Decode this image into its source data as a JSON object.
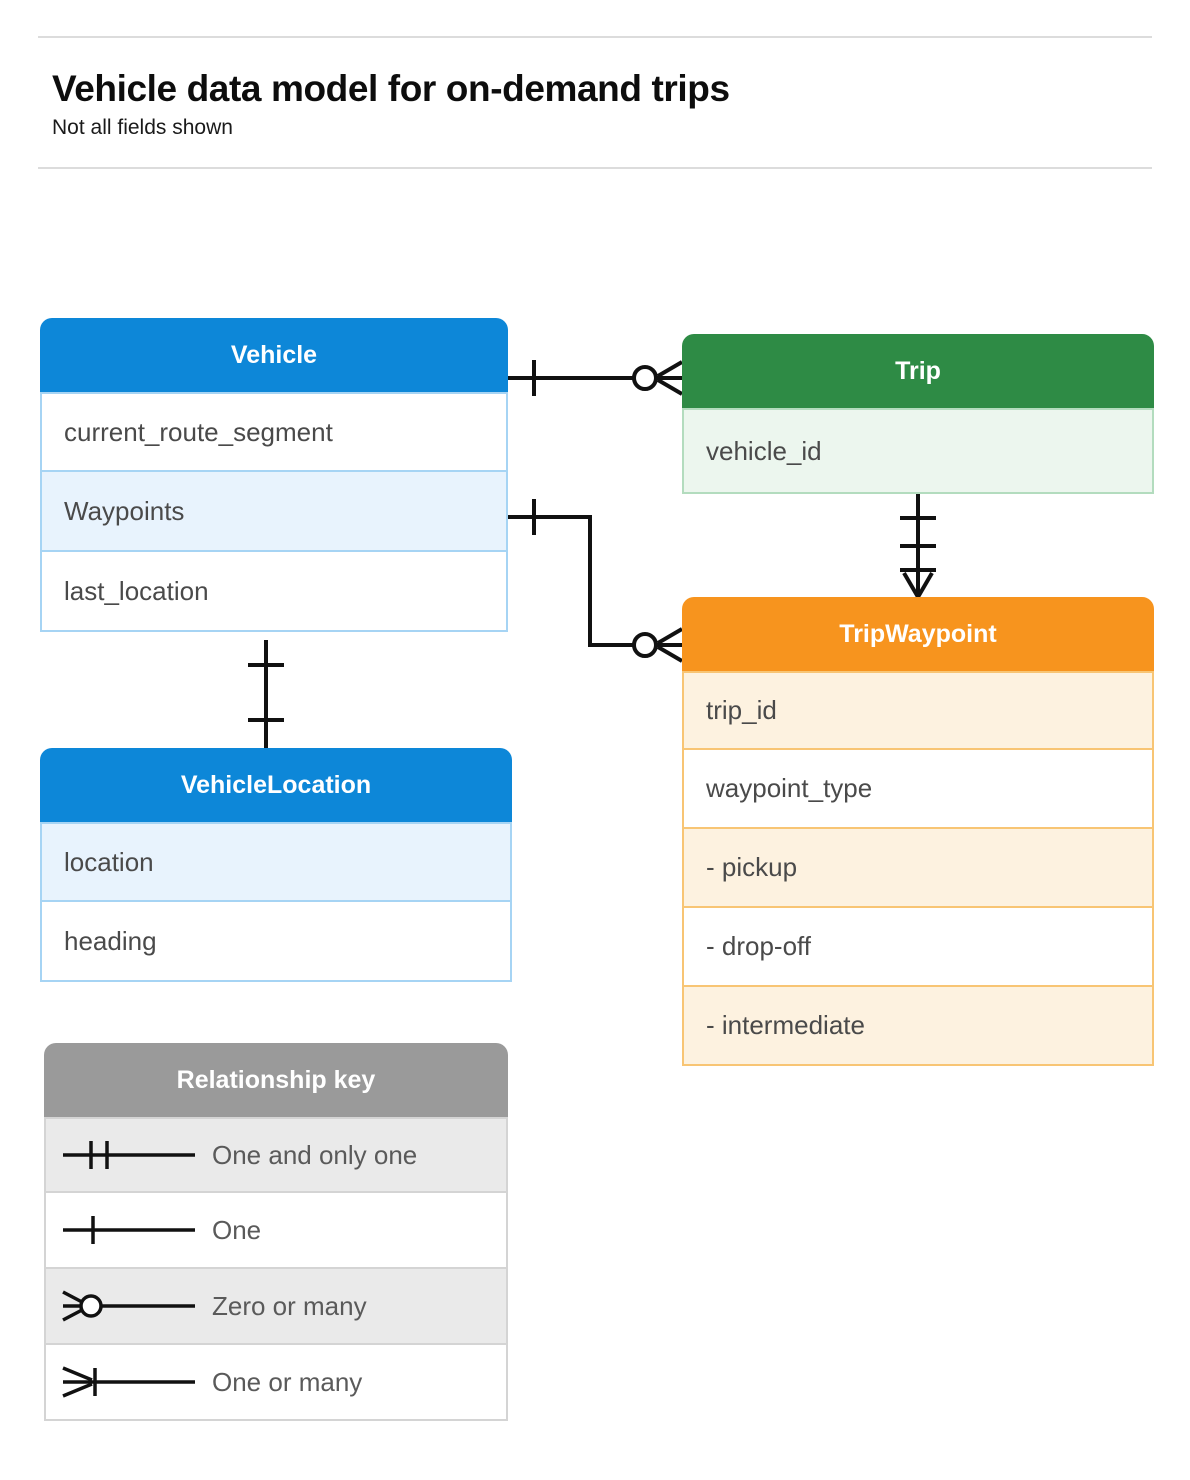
{
  "header": {
    "title": "Vehicle data model for on-demand trips",
    "subtitle": "Not all fields shown"
  },
  "colors": {
    "blue": "#0d87d8",
    "blue_row": "#e8f3fd",
    "green": "#2e8b45",
    "green_row": "#ecf6ee",
    "orange": "#f7941e",
    "orange_row": "#fdf2e0",
    "gray": "#9a9a9a",
    "gray_row": "#eaeaea",
    "line": "#111111"
  },
  "entities": [
    {
      "name": "Vehicle",
      "color": "blue",
      "fields": [
        "current_route_segment",
        "Waypoints",
        "last_location"
      ]
    },
    {
      "name": "VehicleLocation",
      "color": "blue",
      "fields": [
        "location",
        "heading"
      ]
    },
    {
      "name": "Trip",
      "color": "green",
      "fields": [
        "vehicle_id"
      ]
    },
    {
      "name": "TripWaypoint",
      "color": "orange",
      "fields": [
        "trip_id",
        "waypoint_type",
        "-  pickup",
        "-  drop-off",
        "-  intermediate"
      ]
    }
  ],
  "legend": {
    "title": "Relationship key",
    "rows": [
      {
        "symbol": "one-and-only-one",
        "label": "One and only one"
      },
      {
        "symbol": "one",
        "label": "One"
      },
      {
        "symbol": "zero-or-many",
        "label": "Zero or many"
      },
      {
        "symbol": "one-or-many",
        "label": "One or many"
      }
    ]
  },
  "relationships": [
    {
      "from": "Vehicle",
      "to": "Trip",
      "from_cardinality": "one",
      "to_cardinality": "zero-or-many"
    },
    {
      "from": "Vehicle.Waypoints",
      "to": "TripWaypoint",
      "from_cardinality": "one",
      "to_cardinality": "zero-or-many"
    },
    {
      "from": "Trip",
      "to": "TripWaypoint",
      "from_cardinality": "one-and-only-one",
      "to_cardinality": "one-or-many"
    },
    {
      "from": "Vehicle",
      "to": "VehicleLocation",
      "from_cardinality": "one",
      "to_cardinality": "one"
    }
  ]
}
